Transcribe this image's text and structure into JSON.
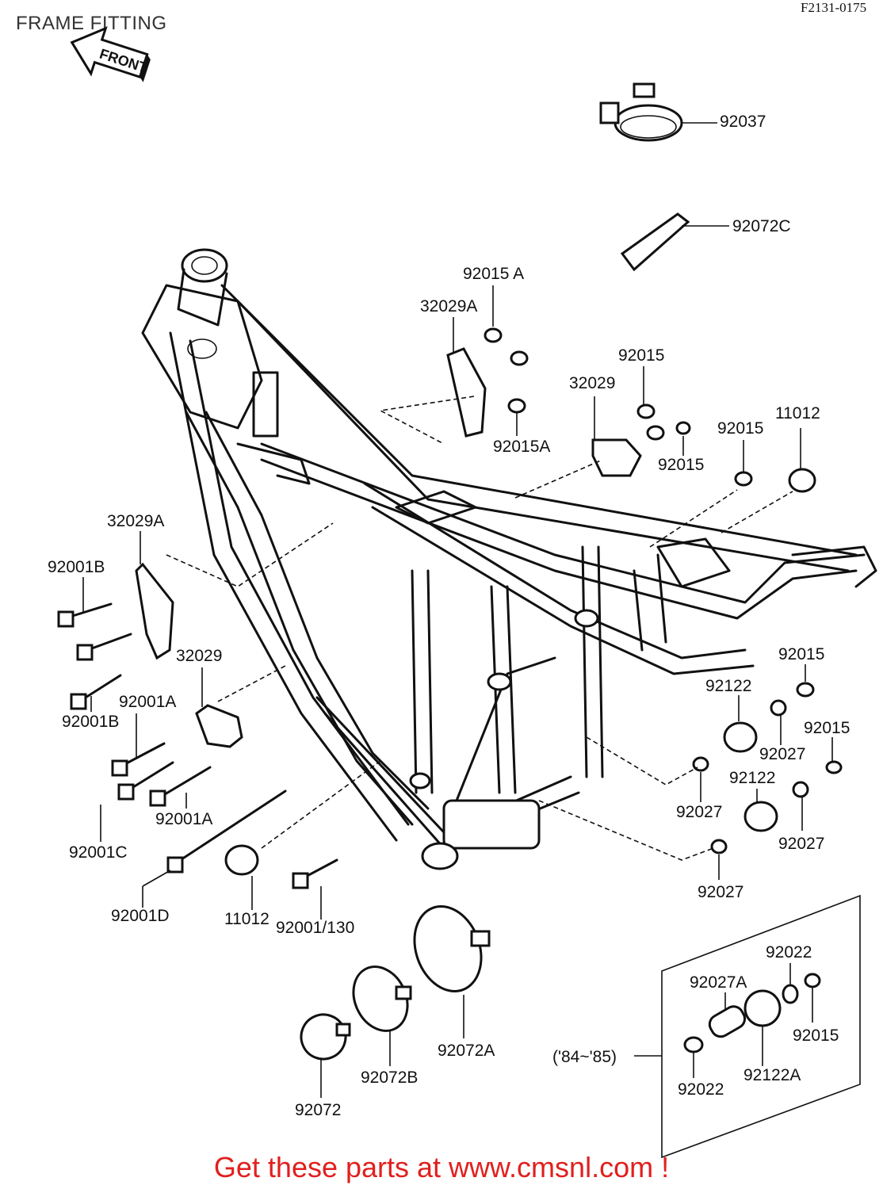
{
  "header": {
    "title": "FRAME FITTING",
    "code": "F2131-0175",
    "front_arrow": "FRONT"
  },
  "footer": {
    "banner": "Get these parts at www.cmsnl.com !"
  },
  "labels": {
    "p92037": "92037",
    "p92072C": "92072C",
    "p92015A_top": "92015 A",
    "p32029A_top": "32029A",
    "p92015A_mid": "92015A",
    "p92015_a": "92015",
    "p32029_top": "32029",
    "p92015_b": "92015",
    "p92015_c": "92015",
    "p11012_top": "11012",
    "p32029A_left": "32029A",
    "p92001B_a": "92001B",
    "p32029_left": "32029",
    "p92001A_a": "92001A",
    "p92001B_b": "92001B",
    "p92001A_b": "92001A",
    "p92001C": "92001C",
    "p92001D": "92001D",
    "p11012_bot": "11012",
    "p92001_130": "92001/130",
    "p92015_d": "92015",
    "p92122_a": "92122",
    "p92027_a": "92027",
    "p92015_e": "92015",
    "p92027_b": "92027",
    "p92122_b": "92122",
    "p92027_c": "92027",
    "p92027_d": "92027",
    "p92072A": "92072A",
    "p92072B": "92072B",
    "p92072": "92072",
    "p92022_a": "92022",
    "p92027A": "92027A",
    "p92015_f": "92015",
    "p92122A": "92122A",
    "p92022_b": "92022",
    "year_range": "('84~'85)"
  }
}
